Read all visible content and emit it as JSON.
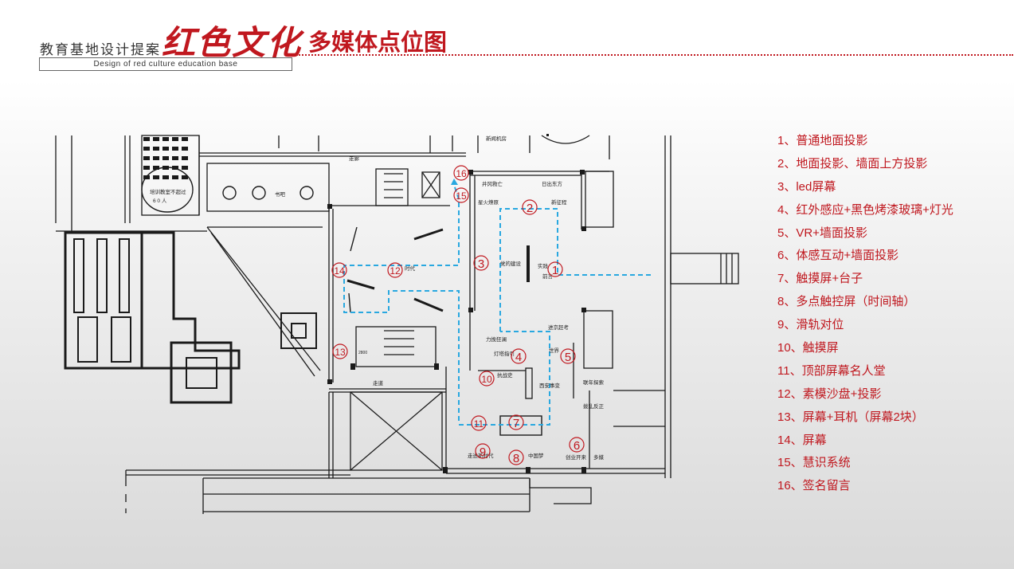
{
  "header": {
    "brand_label": "教育基地设计提案",
    "series_title": "红色文化",
    "page_title": "多媒体点位图",
    "subtitle": "Design of red culture education base"
  },
  "floor_plan": {
    "room_labels": {
      "training": "培训教室不超过",
      "training_capacity": "6 0 人",
      "reading_bar": "书吧",
      "corridor_top": "走廊",
      "xinwen": "新闻机房",
      "jinggang": "井冈救亡",
      "richu": "日出东方",
      "xinghuo": "星火燎原",
      "shenhua": "新征程",
      "dang_jianshe": "党的建设",
      "shijian": "实践",
      "xin_zhengcheng": "新征程",
      "dahui": "前言",
      "shidai": "时代",
      "liyanwu": "力挽狂澜",
      "denghuo": "灯塔指引",
      "xinan": "西安事变",
      "beijing": "进京赶考",
      "kangzhan": "抗战史",
      "shijiao": "世界",
      "zouxiang": "走进新时代",
      "zhongguomeng": "中国梦",
      "chuangye": "创业开来",
      "duo": "多媒",
      "jiuzhuang": "联年探索",
      "bofan": "拨乱反正",
      "corridor_mid": "走道",
      "dim_2800": "2800"
    },
    "markers": [
      "1",
      "2",
      "3",
      "4",
      "5",
      "6",
      "7",
      "8",
      "9",
      "10",
      "11",
      "12",
      "13",
      "14",
      "15",
      "16"
    ],
    "marker_color": "#c0181f",
    "path_color": "#29a8e0",
    "line_color": "#1a1a1a"
  },
  "legend": [
    "1、普通地面投影",
    "2、地面投影、墙面上方投影",
    "3、led屏幕",
    "4、红外感应+黑色烤漆玻璃+灯光",
    "5、VR+墙面投影",
    "6、体感互动+墙面投影",
    "7、触摸屏+台子",
    "8、多点触控屏（时间轴）",
    "9、滑轨对位",
    "10、触摸屏",
    "11、顶部屏幕名人堂",
    "12、素模沙盘+投影",
    "13、屏幕+耳机（屏幕2块）",
    "14、屏幕",
    "15、慧识系统",
    "16、签名留言"
  ]
}
